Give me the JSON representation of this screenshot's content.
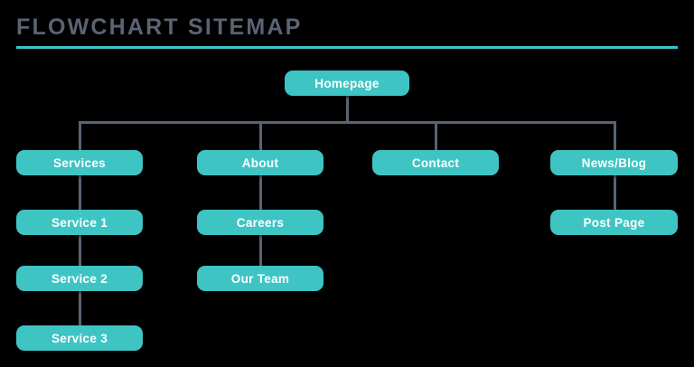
{
  "header": {
    "title": "FLOWCHART SITEMAP",
    "rule_color": "#3FC4C4"
  },
  "theme": {
    "background": "#000000",
    "node_fill": "#3FC4C4",
    "node_text": "#FFFFFF",
    "connector": "#5A6472",
    "title_color": "#5A6472"
  },
  "diagram": {
    "root": {
      "label": "Homepage"
    },
    "branches": [
      {
        "label": "Services",
        "children": [
          {
            "label": "Service 1"
          },
          {
            "label": "Service 2"
          },
          {
            "label": "Service 3"
          }
        ]
      },
      {
        "label": "About",
        "children": [
          {
            "label": "Careers"
          },
          {
            "label": "Our Team"
          }
        ]
      },
      {
        "label": "Contact",
        "children": []
      },
      {
        "label": "News/Blog",
        "children": [
          {
            "label": "Post Page"
          }
        ]
      }
    ]
  },
  "nodes": {
    "homepage": "Homepage",
    "services": "Services",
    "about": "About",
    "contact": "Contact",
    "news_blog": "News/Blog",
    "service_1": "Service 1",
    "service_2": "Service 2",
    "service_3": "Service 3",
    "careers": "Careers",
    "our_team": "Our Team",
    "post_page": "Post Page"
  }
}
